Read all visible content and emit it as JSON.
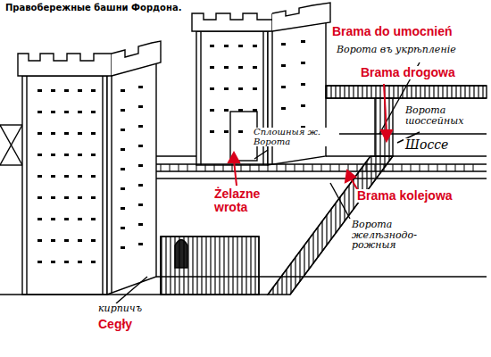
{
  "diagram": {
    "title": "Правобережные башни Фордона.",
    "labels": [
      "Brama do umocnień",
      "Ворота въ укрѣпленіе",
      "Brama drogowa",
      "Ворота шоссейных",
      "Шоссе",
      "Сплошныя ж. Ворота",
      "Żelazne wrota",
      "Brama kolejowa",
      "Ворота желѣзнодо- рожныя",
      "кирпичъ",
      "Cegły"
    ]
  }
}
